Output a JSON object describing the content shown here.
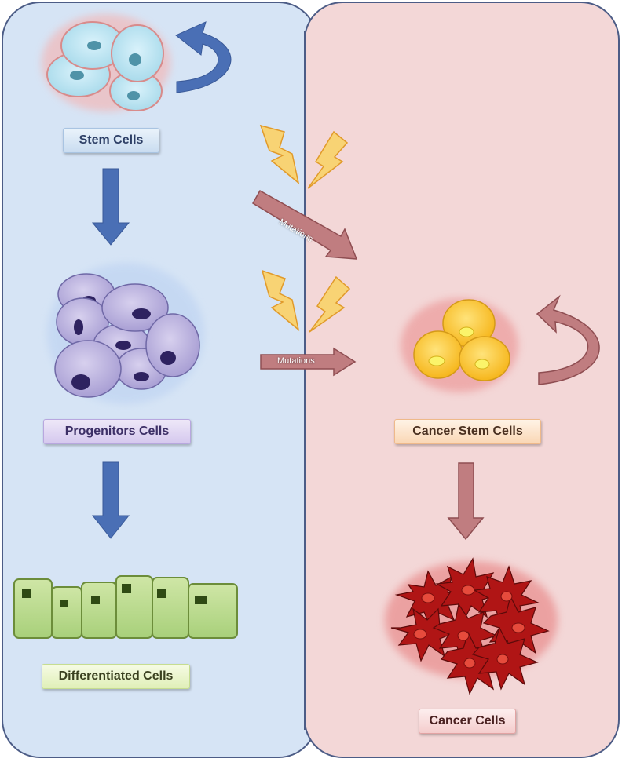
{
  "labels": {
    "stem_cells": "Stem Cells",
    "progenitor_cells": "Progenitors Cells",
    "differentiated_cells": "Differentiated Cells",
    "cancer_stem_cells": "Cancer Stem Cells",
    "cancer_cells": "Cancer Cells"
  },
  "arrows": {
    "mutation_upper": "Mutations",
    "mutation_lower": "Mutations"
  },
  "colors": {
    "normal_panel": "#d6e4f5",
    "cancer_panel": "#f3d7d7",
    "normal_arrow": "#4a6fb5",
    "cancer_arrow": "#c07d80",
    "lightning": "#f8d374"
  }
}
